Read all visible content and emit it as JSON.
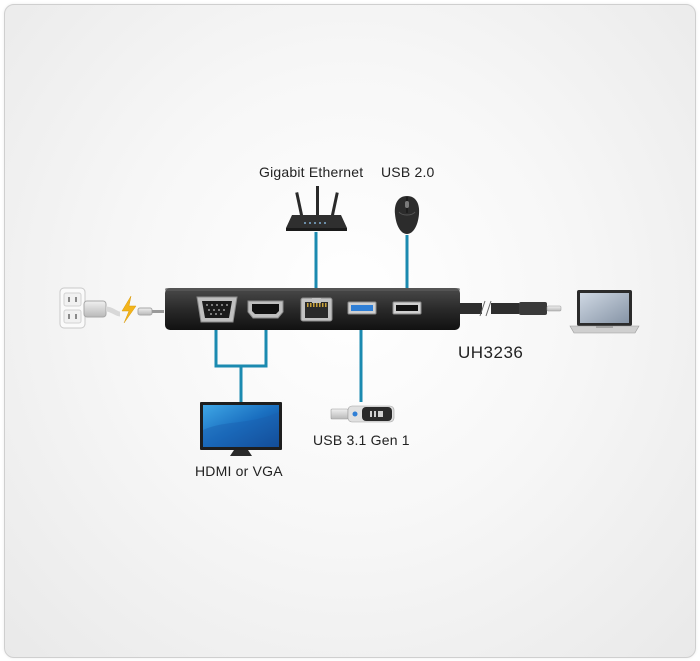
{
  "diagram": {
    "model": "UH3236",
    "labels": {
      "ethernet": "Gigabit Ethernet",
      "usb2": "USB 2.0",
      "usb31": "USB 3.1 Gen 1",
      "display": "HDMI or VGA"
    },
    "colors": {
      "connector_line": "#1b8ab0",
      "hub_body": "#2a2a2a",
      "usb3_port": "#2f7fd6",
      "power_bolt": "#f3b41b"
    },
    "icons": [
      "power-outlet-icon",
      "power-plug-icon",
      "lightning-icon",
      "router-icon",
      "mouse-icon",
      "laptop-icon",
      "monitor-icon",
      "usb-flash-drive-icon"
    ]
  }
}
